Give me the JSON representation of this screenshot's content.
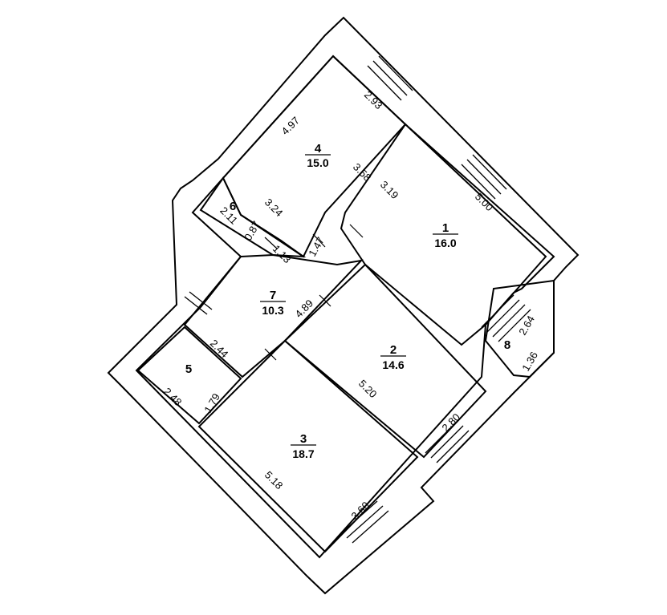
{
  "rooms": [
    {
      "id": "1",
      "number": "1",
      "area": "16.0"
    },
    {
      "id": "2",
      "number": "2",
      "area": "14.6"
    },
    {
      "id": "3",
      "number": "3",
      "area": "18.7"
    },
    {
      "id": "4",
      "number": "4",
      "area": "15.0"
    },
    {
      "id": "5",
      "number": "5"
    },
    {
      "id": "6",
      "number": "6"
    },
    {
      "id": "7",
      "number": "7",
      "area": "10.3"
    },
    {
      "id": "8",
      "number": "8"
    }
  ],
  "dimensions": {
    "r4_top": "4.97",
    "r4_right": "2.93",
    "r4_bottom": "3.58",
    "r4_left": "3.24",
    "r1_top": "3.19",
    "r1_right": "5.00",
    "r6_left": "2.11",
    "r6_inner": "0.87",
    "r6_bottom": "1.13",
    "corridor_door": "1.47",
    "r7_right": "4.89",
    "r5_top": "2.44",
    "r5_left": "2.48",
    "r5_right": "1.79",
    "r2_left": "5.20",
    "r2_bottom": "2.80",
    "r3_left": "5.18",
    "r3_bottom": "3.60",
    "r8_top": "2.64",
    "r8_bottom": "1.36"
  }
}
